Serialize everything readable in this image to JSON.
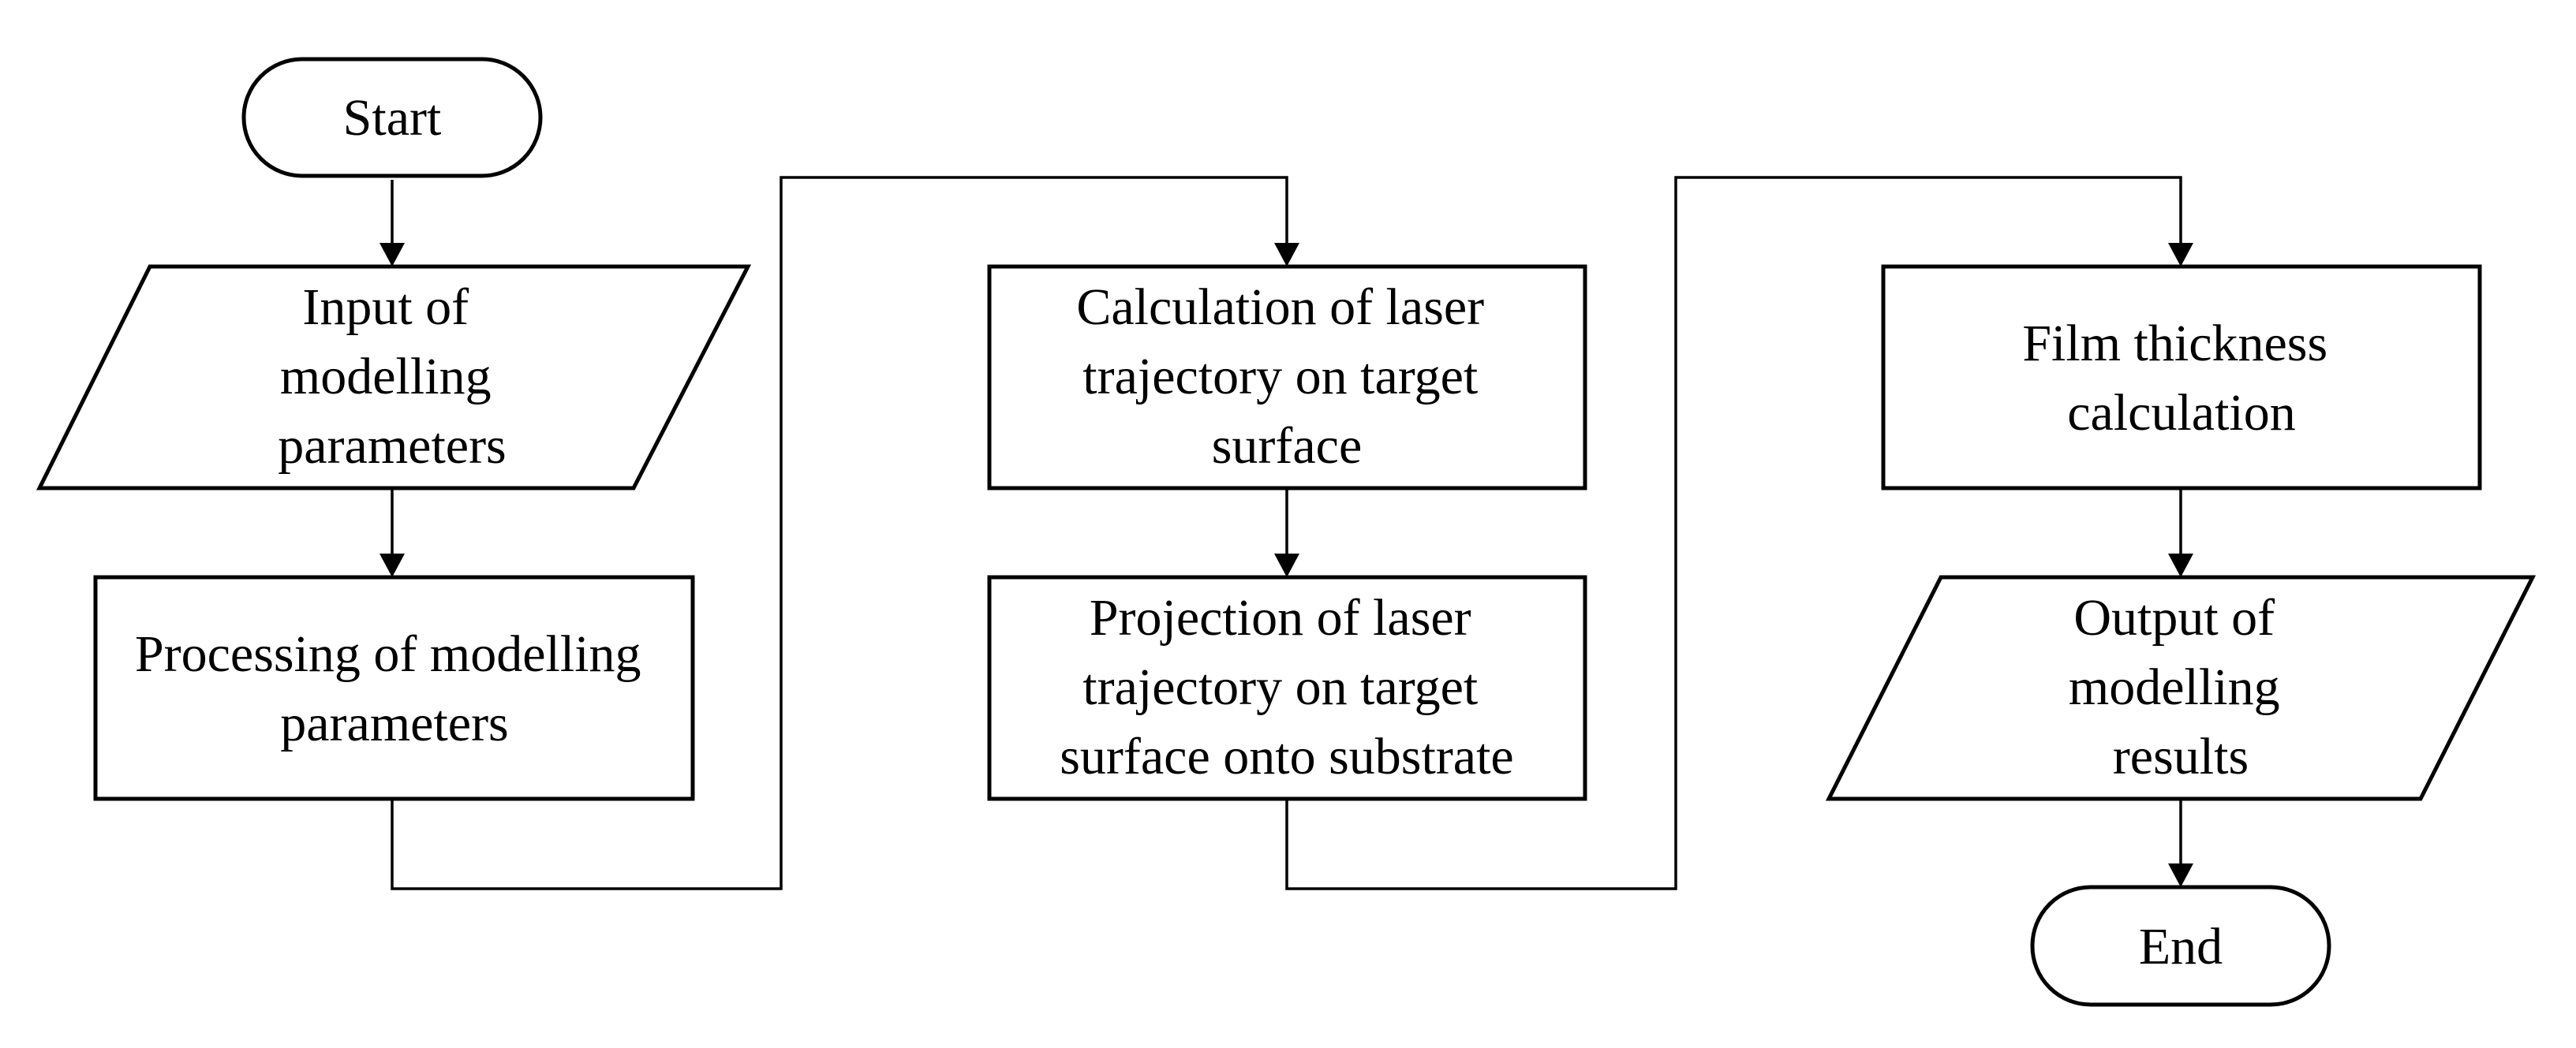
{
  "nodes": {
    "start": {
      "shape": "terminator",
      "lines": [
        "Start"
      ]
    },
    "input_params": {
      "shape": "data-parallelogram",
      "lines": [
        "Input of",
        "modelling",
        "parameters"
      ]
    },
    "processing_params": {
      "shape": "process-rectangle",
      "lines": [
        "Processing of modelling",
        "parameters"
      ]
    },
    "laser_trajectory": {
      "shape": "process-rectangle",
      "lines": [
        "Calculation of laser",
        "trajectory on target",
        "surface"
      ]
    },
    "projection": {
      "shape": "process-rectangle",
      "lines": [
        "Projection of laser",
        "trajectory on target",
        "surface onto substrate"
      ]
    },
    "film_thickness": {
      "shape": "process-rectangle",
      "lines": [
        "Film thickness",
        "calculation"
      ]
    },
    "output_results": {
      "shape": "data-parallelogram",
      "lines": [
        "Output of",
        "modelling",
        "results"
      ]
    },
    "end": {
      "shape": "terminator",
      "lines": [
        "End"
      ]
    }
  },
  "edges": [
    {
      "from": "start",
      "to": "input_params"
    },
    {
      "from": "input_params",
      "to": "processing_params"
    },
    {
      "from": "processing_params",
      "to": "laser_trajectory"
    },
    {
      "from": "laser_trajectory",
      "to": "projection"
    },
    {
      "from": "projection",
      "to": "film_thickness"
    },
    {
      "from": "film_thickness",
      "to": "output_results"
    },
    {
      "from": "output_results",
      "to": "end"
    }
  ],
  "colors": {
    "stroke": "#000000",
    "fill": "#ffffff",
    "background": "#ffffff"
  }
}
